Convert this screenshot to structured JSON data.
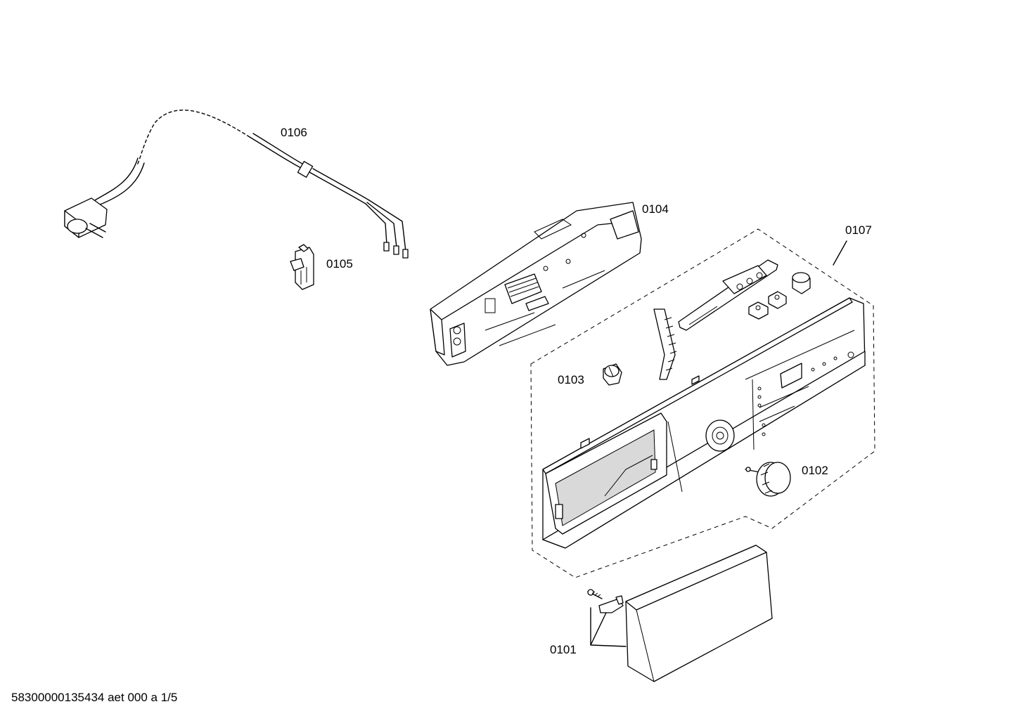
{
  "diagram": {
    "labels": {
      "p0101": "0101",
      "p0102": "0102",
      "p0103": "0103",
      "p0104": "0104",
      "p0105": "0105",
      "p0106": "0106",
      "p0107": "0107"
    },
    "footer": "58300000135434 aet 000 a 1/5"
  }
}
